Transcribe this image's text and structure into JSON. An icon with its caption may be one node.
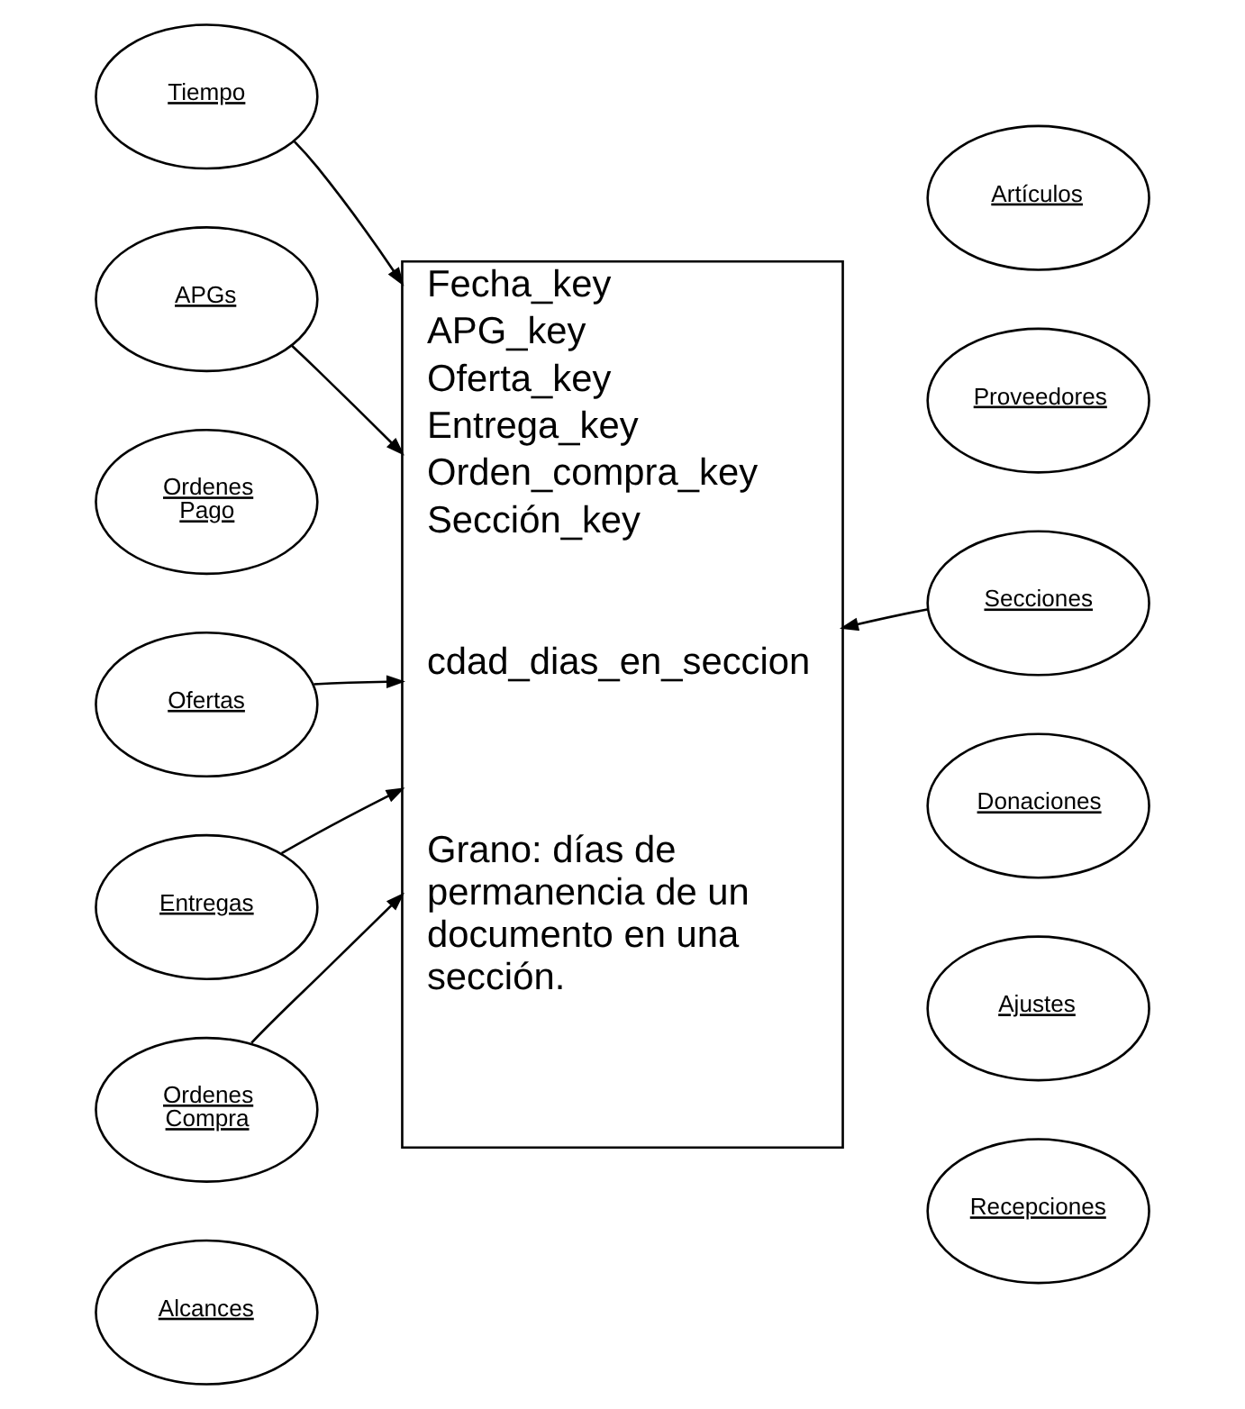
{
  "diagram": {
    "nodes": [
      {
        "text": [
          "Tiempo"
        ]
      },
      {
        "text": [
          "Fecha_key",
          "APG_key",
          "Oferta_key",
          "Entrega_key",
          "Orden_compra_key",
          "Sección_key",
          "cdad_dias_en_seccion",
          "Grano: días de permanencia de un documento en una sección."
        ]
      },
      {
        "text": [
          "Artículos"
        ]
      },
      {
        "text": [
          "APGs"
        ]
      },
      {
        "text": [
          "Proveedores"
        ]
      },
      {
        "text": [
          "Ordenes Pago"
        ]
      },
      {
        "text": [
          "Secciones"
        ]
      },
      {
        "text": [
          "Ofertas"
        ]
      },
      {
        "text": [
          "Donaciones"
        ]
      },
      {
        "text": [
          "Entregas"
        ]
      },
      {
        "text": [
          "Ajustes"
        ]
      },
      {
        "text": [
          "Ordenes Compra"
        ]
      },
      {
        "text": [
          "Recepciones"
        ]
      },
      {
        "text": [
          "Alcances"
        ]
      }
    ],
    "edges": [
      {
        "from": 0,
        "to": 1,
        "arrow": "to"
      },
      {
        "from": 3,
        "to": 1,
        "arrow": "to"
      },
      {
        "from": 6,
        "to": 1,
        "arrow": "to"
      },
      {
        "from": 7,
        "to": 1,
        "arrow": "to"
      },
      {
        "from": 9,
        "to": 1,
        "arrow": "to"
      },
      {
        "from": 11,
        "to": 1,
        "arrow": "to"
      }
    ]
  }
}
